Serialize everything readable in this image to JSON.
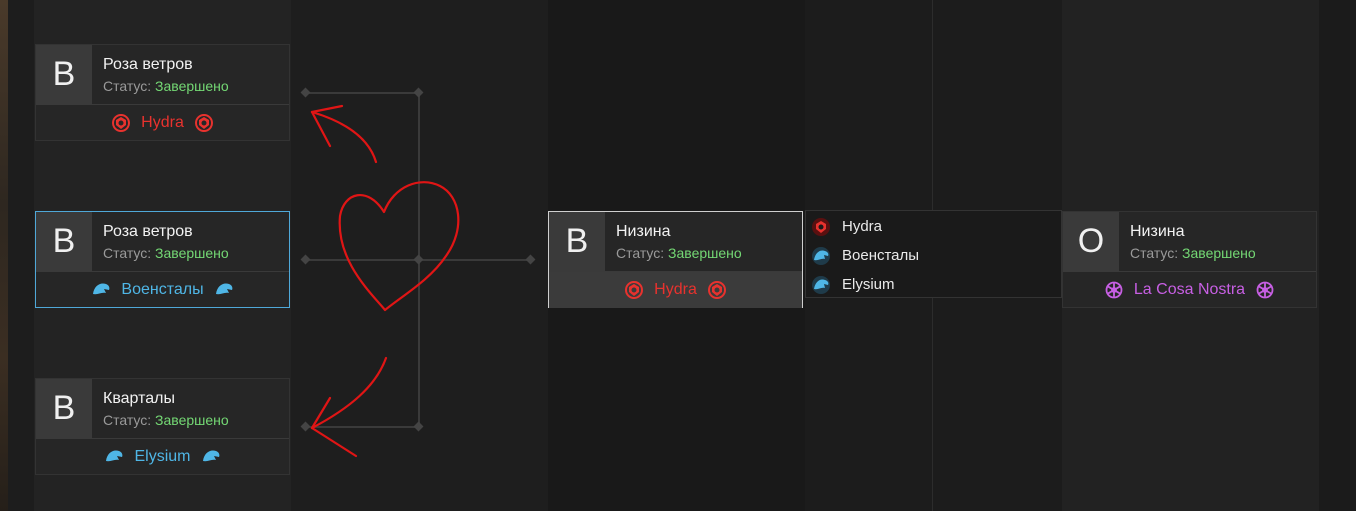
{
  "colors": {
    "status_ok": "#74d874",
    "hydra_red": "#e8322e",
    "team_blue": "#4fb6e6",
    "team_purple": "#c75fe3",
    "selected_border": "#4fa8d8",
    "annotation_red": "#e01515"
  },
  "matches": [
    {
      "letter": "В",
      "name": "Роза ветров",
      "status_label": "Статус:",
      "status_value": "Завершено",
      "winner": "Hydra",
      "winner_icon": "hydra-icon"
    },
    {
      "letter": "В",
      "name": "Роза ветров",
      "status_label": "Статус:",
      "status_value": "Завершено",
      "winner": "Военсталы",
      "winner_icon": "eagle-icon"
    },
    {
      "letter": "В",
      "name": "Кварталы",
      "status_label": "Статус:",
      "status_value": "Завершено",
      "winner": "Elysium",
      "winner_icon": "eagle-icon"
    },
    {
      "letter": "В",
      "name": "Низина",
      "status_label": "Статус:",
      "status_value": "Завершено",
      "winner": "Hydra",
      "winner_icon": "hydra-icon"
    },
    {
      "letter": "О",
      "name": "Низина",
      "status_label": "Статус:",
      "status_value": "Завершено",
      "winner": "La Cosa Nostra",
      "winner_icon": "wheel-icon"
    }
  ],
  "participants_popup": [
    {
      "name": "Hydra",
      "icon": "hydra-icon"
    },
    {
      "name": "Военсталы",
      "icon": "eagle-icon"
    },
    {
      "name": "Elysium",
      "icon": "eagle-icon"
    }
  ],
  "annotation": {
    "shapes": [
      "arrow-icon",
      "heart-icon",
      "arrow-icon"
    ]
  }
}
